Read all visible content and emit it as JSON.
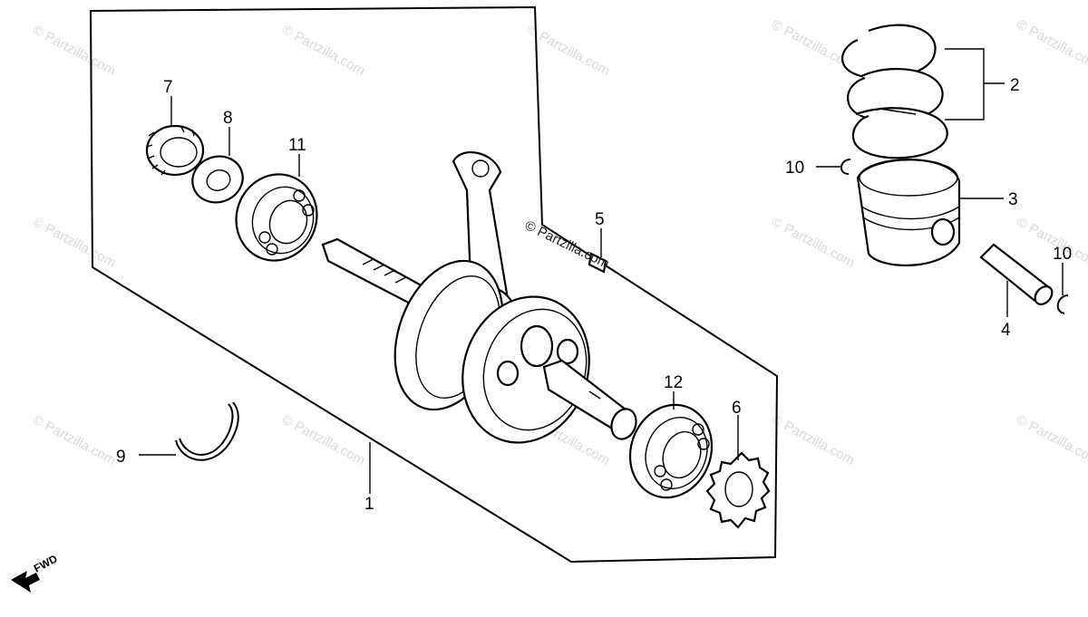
{
  "diagram": {
    "callouts": [
      {
        "key": "c1",
        "label": "1",
        "part": "crankshaft"
      },
      {
        "key": "c2",
        "label": "2",
        "part": "piston-ring-set"
      },
      {
        "key": "c3",
        "label": "3",
        "part": "piston"
      },
      {
        "key": "c4",
        "label": "4",
        "part": "piston-pin"
      },
      {
        "key": "c5",
        "label": "5",
        "part": "woodruff-key"
      },
      {
        "key": "c6",
        "label": "6",
        "part": "sprocket"
      },
      {
        "key": "c7",
        "label": "7",
        "part": "drive-gear"
      },
      {
        "key": "c8",
        "label": "8",
        "part": "washer"
      },
      {
        "key": "c9",
        "label": "9",
        "part": "crankshaft-ring"
      },
      {
        "key": "c10a",
        "label": "10",
        "part": "pin-clip-left"
      },
      {
        "key": "c10b",
        "label": "10",
        "part": "pin-clip-right"
      },
      {
        "key": "c11",
        "label": "11",
        "part": "radial-ball-bearing-left"
      },
      {
        "key": "c12",
        "label": "12",
        "part": "radial-ball-bearing-right"
      }
    ],
    "direction_label": "FWD",
    "watermark": "© Partzilla.com"
  }
}
